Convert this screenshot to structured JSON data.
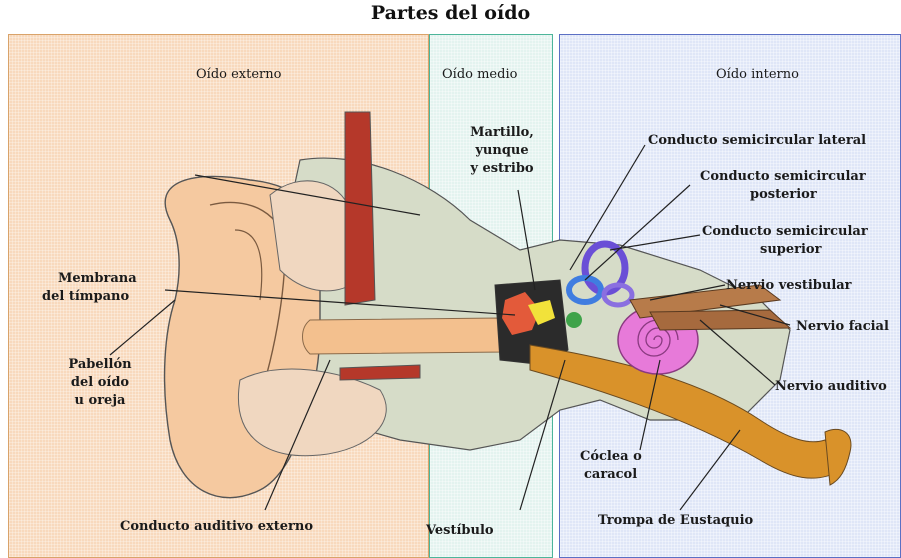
{
  "title": "Partes del oído",
  "sections": {
    "external": "Oído externo",
    "middle": "Oído medio",
    "internal": "Oído interno"
  },
  "labels": {
    "ossicles_1": "Martillo,",
    "ossicles_2": "yunque",
    "ossicles_3": "y estribo",
    "lateral_canal": "Conducto semicircular lateral",
    "posterior_canal_1": "Conducto semicircular",
    "posterior_canal_2": "posterior",
    "superior_canal_1": "Conducto semicircular",
    "superior_canal_2": "superior",
    "vestibular_nerve": "Nervio vestibular",
    "facial_nerve": "Nervio facial",
    "auditory_nerve": "Nervio auditivo",
    "eardrum_1": "Membrana",
    "eardrum_2": "del tímpano",
    "pinna_1": "Pabellón",
    "pinna_2": "del oído",
    "pinna_3": "u oreja",
    "ear_canal": "Conducto auditivo externo",
    "vestibule": "Vestíbulo",
    "cochlea_1": "Cóclea o",
    "cochlea_2": "caracol",
    "eustachian": "Trompa de Eustaquio"
  },
  "colors": {
    "external_bg": "#f8d9bd",
    "middle_bg": "#e3f3ef",
    "internal_bg": "#dfe6f7",
    "skin": "#f5c9a0",
    "bone": "#d6dcc8",
    "cochlea": "#e77ad9",
    "canals": "#6a4fd6",
    "tube": "#d9922a",
    "cartilage": "#b5382a"
  }
}
